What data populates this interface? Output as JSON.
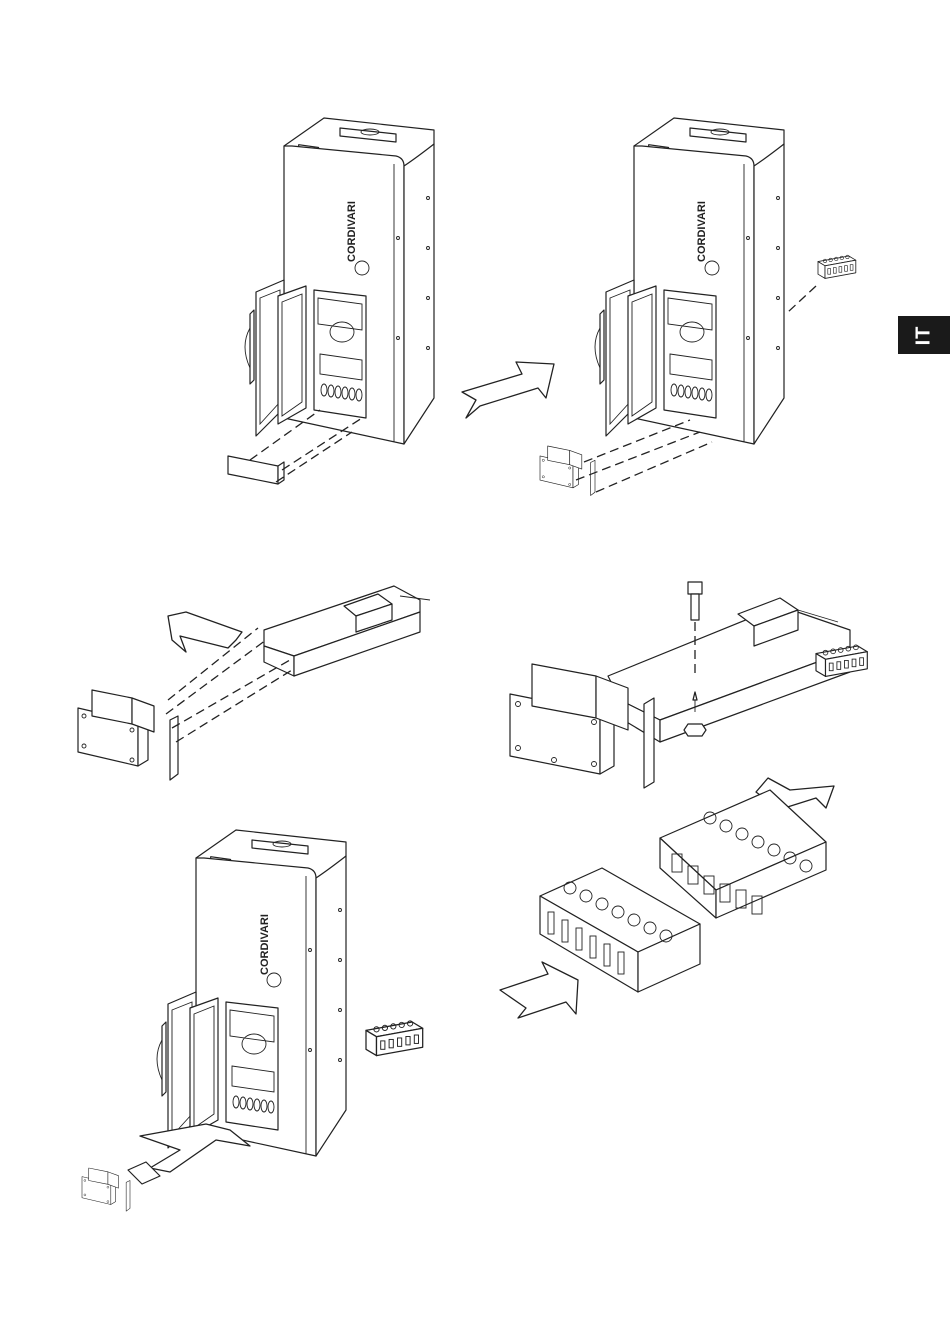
{
  "language_tab": {
    "label": "IT"
  },
  "brand_logo": {
    "text": "CORDIVARI"
  },
  "figures": [
    {
      "id": "fig-1",
      "icon": "boiler-remove-ash-drawer"
    },
    {
      "id": "fig-2",
      "icon": "boiler-remove-burner-and-connector"
    },
    {
      "id": "fig-3",
      "icon": "burner-slide-out-arrow"
    },
    {
      "id": "fig-4",
      "icon": "burner-bolt-and-connector"
    },
    {
      "id": "fig-5",
      "icon": "connector-plug-orientation"
    },
    {
      "id": "fig-6",
      "icon": "boiler-reinsert-burner"
    }
  ]
}
